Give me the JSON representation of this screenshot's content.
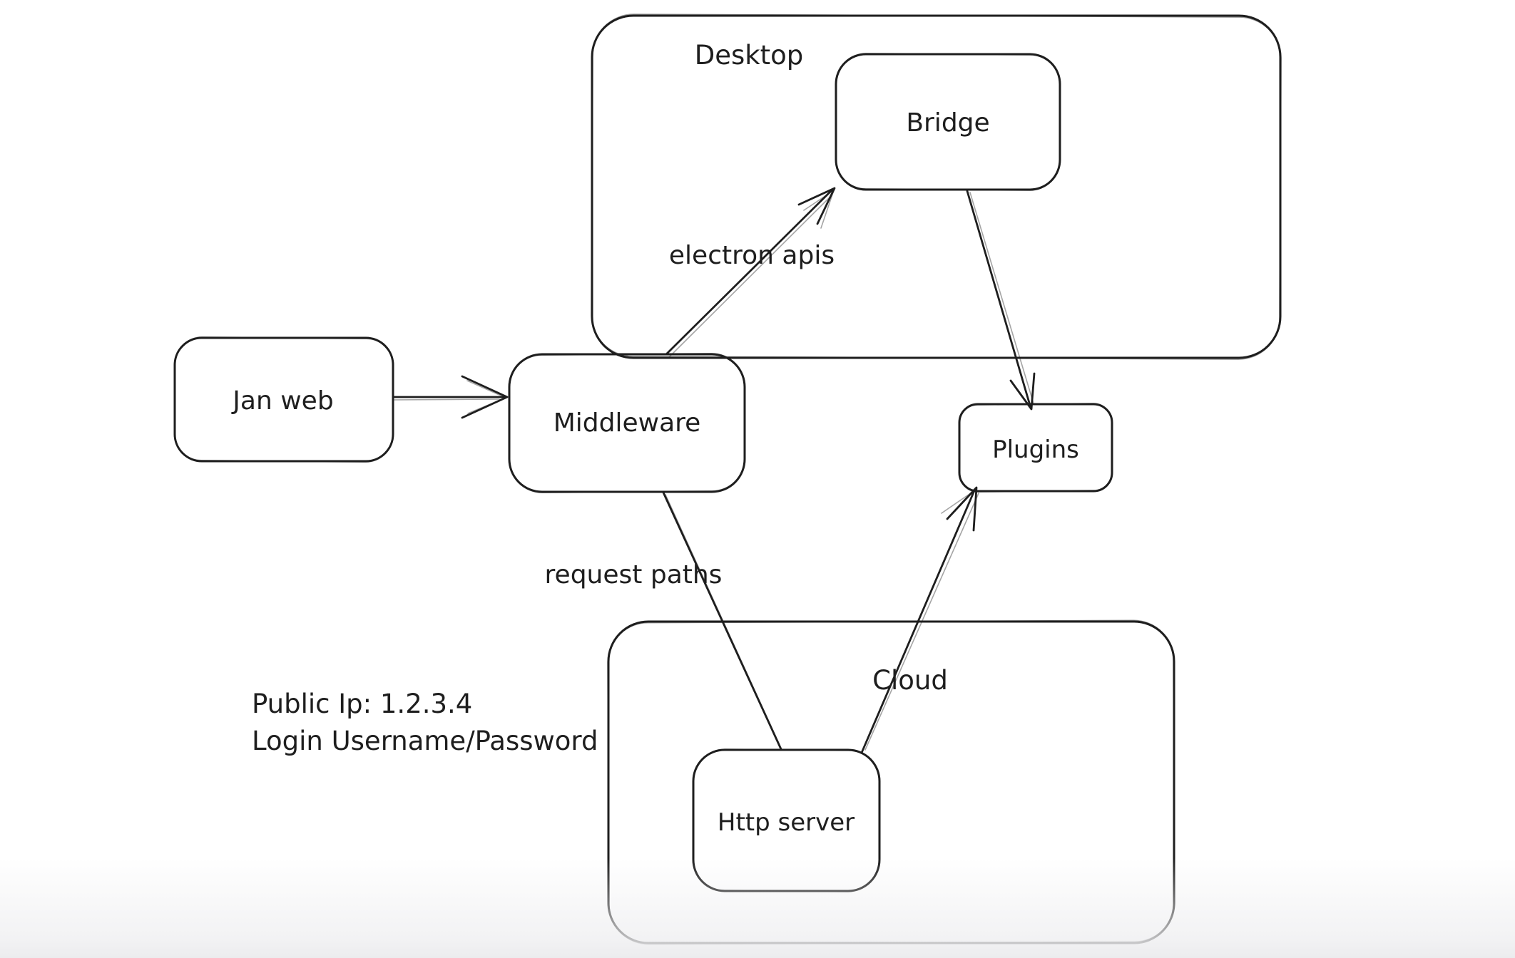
{
  "diagram": {
    "containers": [
      {
        "id": "desktop",
        "label": "Desktop"
      },
      {
        "id": "cloud",
        "label": "Cloud"
      }
    ],
    "nodes": [
      {
        "id": "jan-web",
        "label": "Jan web"
      },
      {
        "id": "middleware",
        "label": "Middleware"
      },
      {
        "id": "bridge",
        "label": "Bridge"
      },
      {
        "id": "plugins",
        "label": "Plugins"
      },
      {
        "id": "http-server",
        "label": "Http server"
      }
    ],
    "edges": [
      {
        "id": "jan-web-to-middleware",
        "from": "Jan web",
        "to": "Middleware",
        "label": ""
      },
      {
        "id": "middleware-to-bridge",
        "from": "Middleware",
        "to": "Bridge",
        "label": "electron apis"
      },
      {
        "id": "bridge-to-plugins",
        "from": "Bridge",
        "to": "Plugins",
        "label": ""
      },
      {
        "id": "middleware-to-http-server",
        "from": "Middleware",
        "to": "Http server",
        "label": "request paths"
      },
      {
        "id": "http-server-to-plugins",
        "from": "Http server",
        "to": "Plugins",
        "label": ""
      }
    ],
    "notes": {
      "line1": "Public Ip: 1.2.3.4",
      "line2": "Login Username/Password"
    }
  },
  "colors": {
    "stroke": "#1e1e1e",
    "background": "#ffffff",
    "bottom_fade": "#ececee"
  }
}
